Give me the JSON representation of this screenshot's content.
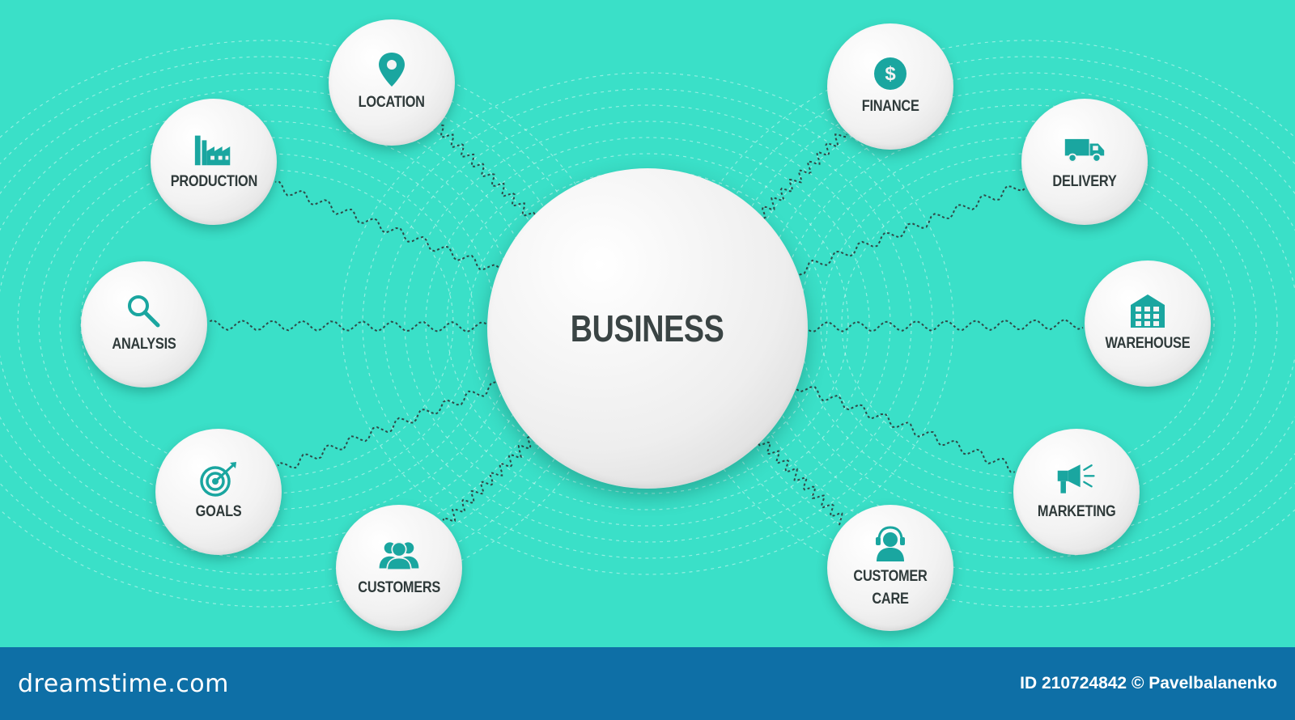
{
  "diagram": {
    "center_label": "BUSINESS",
    "nodes": [
      {
        "label": "LOCATION",
        "icon": "location-pin-icon"
      },
      {
        "label": "PRODUCTION",
        "icon": "factory-icon"
      },
      {
        "label": "ANALYSIS",
        "icon": "magnifier-icon"
      },
      {
        "label": "GOALS",
        "icon": "target-icon"
      },
      {
        "label": "CUSTOMERS",
        "icon": "group-icon"
      },
      {
        "label": "FINANCE",
        "icon": "dollar-icon"
      },
      {
        "label": "DELIVERY",
        "icon": "truck-icon"
      },
      {
        "label": "WAREHOUSE",
        "icon": "warehouse-icon"
      },
      {
        "label": "MARKETING",
        "icon": "megaphone-icon"
      },
      {
        "label": "CUSTOMER\nCARE",
        "icon": "headset-icon"
      }
    ]
  },
  "colors": {
    "background": "#3ae0c8",
    "icon": "#1aa6a0",
    "text": "#2f3a3a",
    "footer": "#0e6fa6"
  },
  "footer": {
    "brand": "dreamstime.com",
    "credit": "ID 210724842 © Pavelbalanenko"
  }
}
